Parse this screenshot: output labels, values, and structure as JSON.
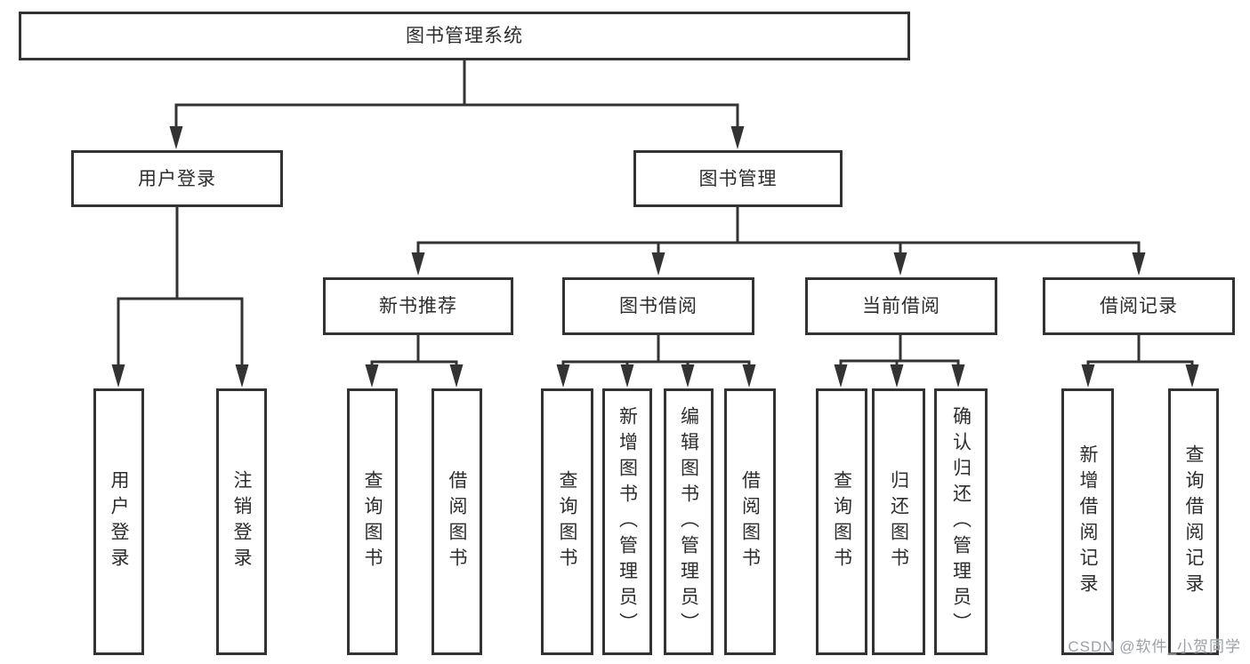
{
  "page": {
    "background_color": "#ffffff"
  },
  "diagram": {
    "type": "hierarchy-tree",
    "line_color": "#333333",
    "box_border_color": "#333333",
    "text_color": "#2d2d2d"
  },
  "tree": {
    "root": {
      "label": "图书管理系统",
      "children": [
        {
          "label": "用户登录",
          "children": [
            {
              "label": "用户登录"
            },
            {
              "label": "注销登录"
            }
          ]
        },
        {
          "label": "图书管理",
          "children": [
            {
              "label": "新书推荐",
              "children": [
                {
                  "label": "查询图书"
                },
                {
                  "label": "借阅图书"
                }
              ]
            },
            {
              "label": "图书借阅",
              "children": [
                {
                  "label": "查询图书"
                },
                {
                  "label": "新增图书（管理员）"
                },
                {
                  "label": "编辑图书（管理员）"
                },
                {
                  "label": "借阅图书"
                }
              ]
            },
            {
              "label": "当前借阅",
              "children": [
                {
                  "label": "查询图书"
                },
                {
                  "label": "归还图书"
                },
                {
                  "label": "确认归还（管理员）"
                }
              ]
            },
            {
              "label": "借阅记录",
              "children": [
                {
                  "label": "新增借阅记录"
                },
                {
                  "label": "查询借阅记录"
                }
              ]
            }
          ]
        }
      ]
    }
  },
  "watermark": {
    "text": "CSDN @软件_小贺同学",
    "color": "#9aa1a9"
  }
}
